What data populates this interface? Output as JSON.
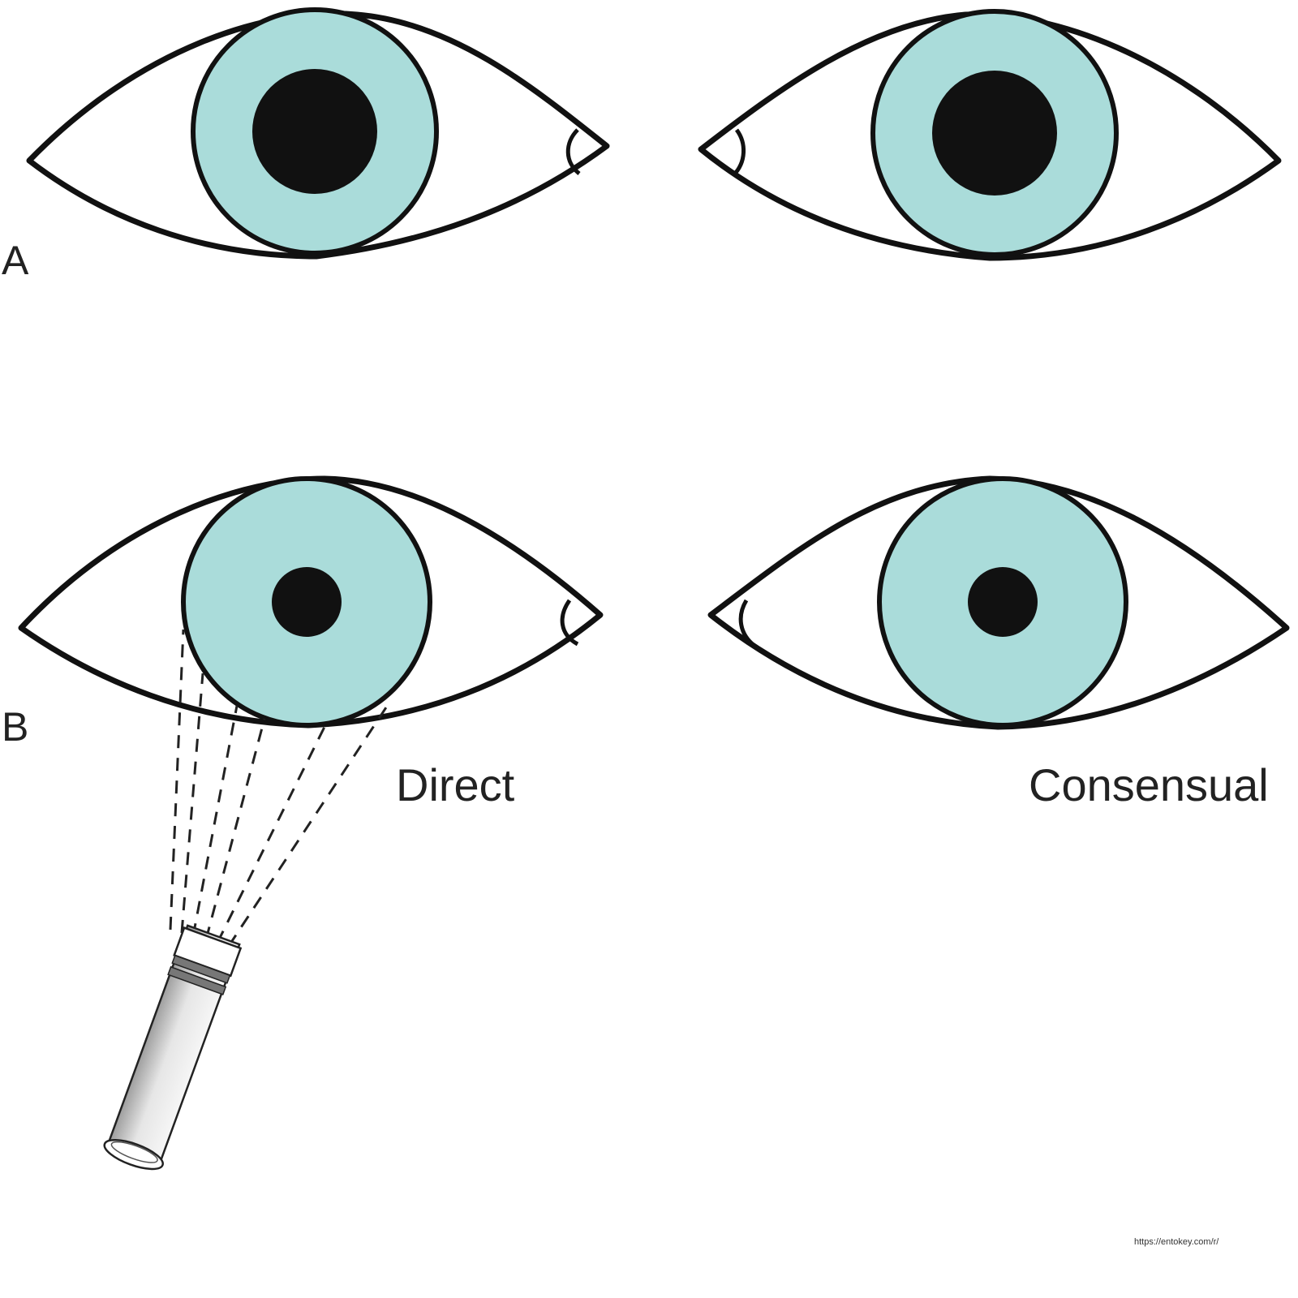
{
  "panels": {
    "a": {
      "label": "A"
    },
    "b": {
      "label": "B",
      "left_caption": "Direct",
      "right_caption": "Consensual"
    }
  },
  "source_url": "https://entokey.com/r/",
  "colors": {
    "iris": "#aadcda",
    "pupil": "#111111",
    "outline": "#111111",
    "background": "#ffffff"
  },
  "icons": {
    "light_source": "penlight-icon"
  }
}
